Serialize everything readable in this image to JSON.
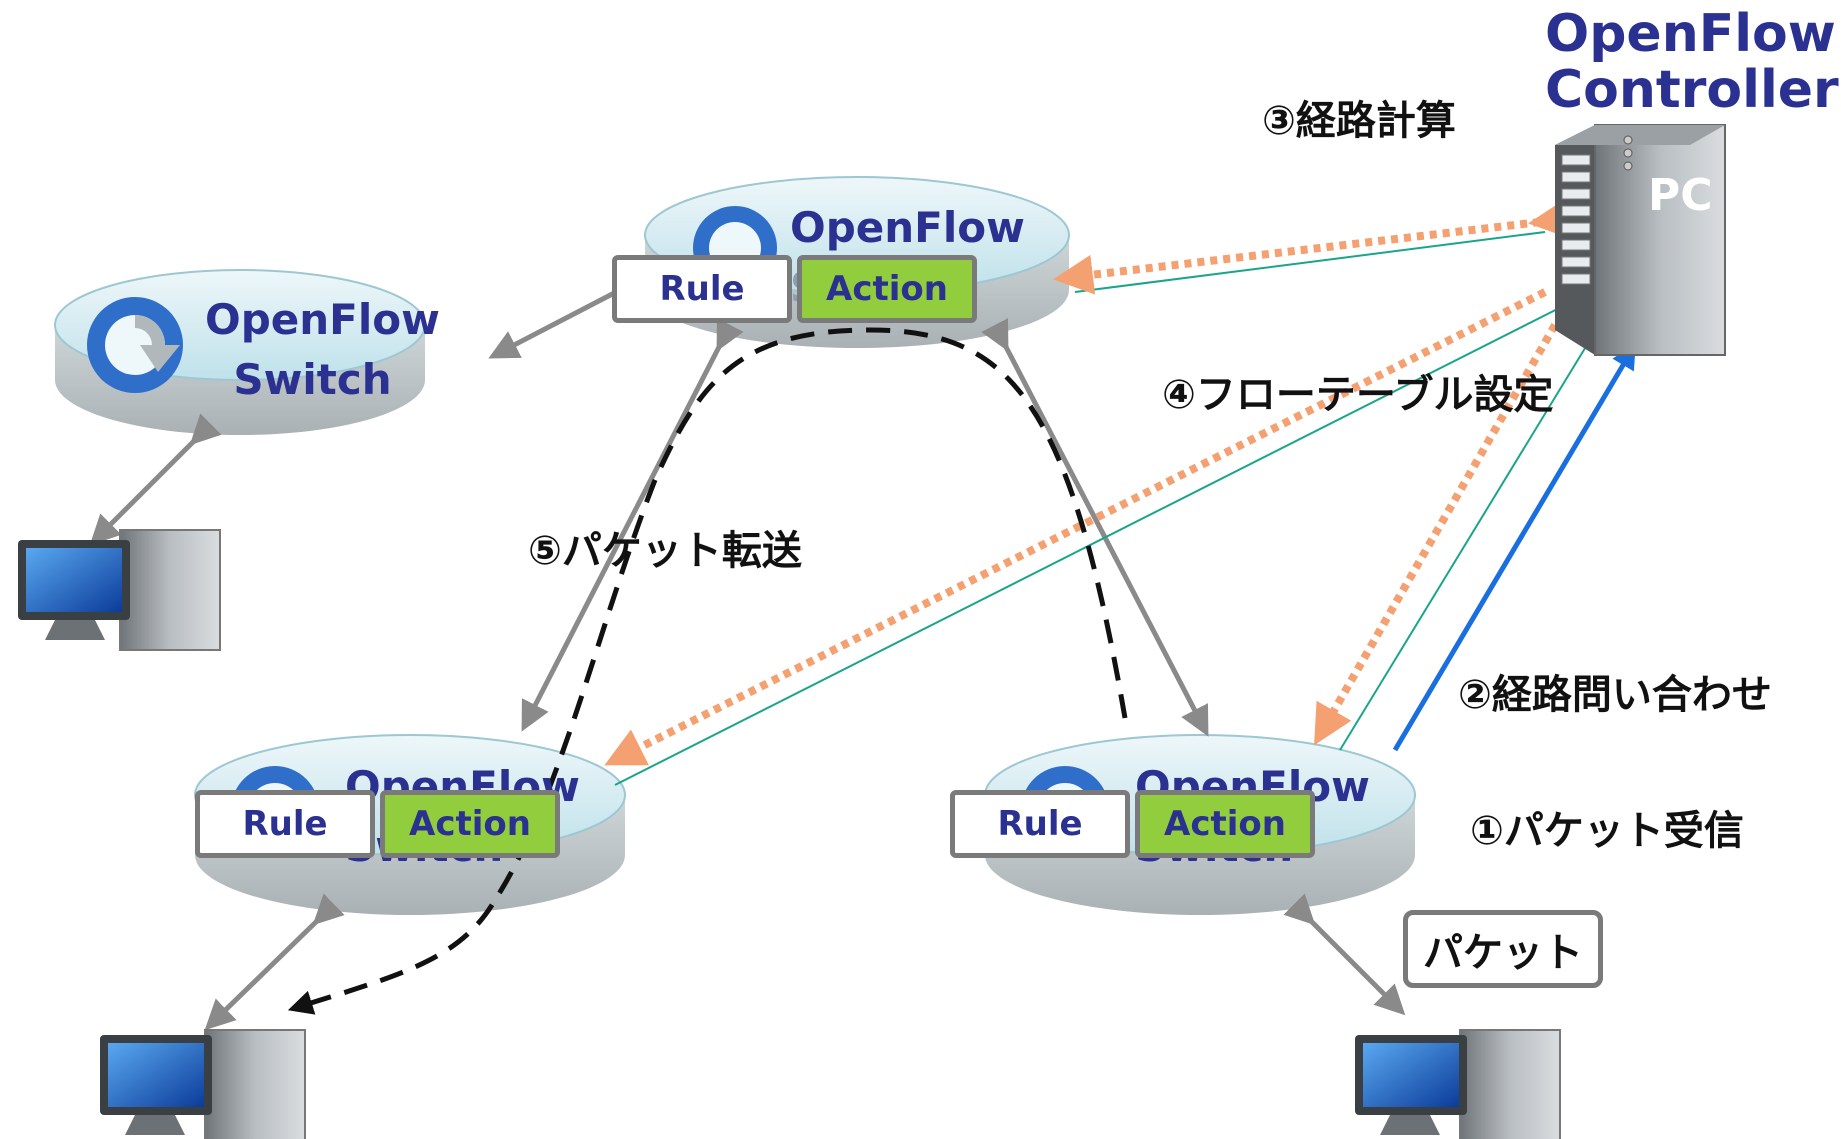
{
  "controller": {
    "title_line1": "OpenFlow",
    "title_line2": "Controller",
    "pc_label": "PC"
  },
  "switches": [
    {
      "name_line1": "OpenFlow",
      "name_line2": "Switch"
    },
    {
      "name_line1": "OpenFlow",
      "name_line2": "Switch",
      "rule": "Rule",
      "action": "Action"
    },
    {
      "name_line1": "OpenFlow",
      "name_line2": "Switch",
      "rule": "Rule",
      "action": "Action"
    },
    {
      "name_line1": "OpenFlow",
      "name_line2": "Switch",
      "rule": "Rule",
      "action": "Action"
    }
  ],
  "steps": {
    "receive": "①パケット受信",
    "query": "②経路問い合わせ",
    "compute": "③経路計算",
    "flow_table": "④フローテーブル設定",
    "forward": "⑤パケット転送"
  },
  "packet_label": "パケット",
  "colors": {
    "title_blue": "#2a3191",
    "action_green": "#92cd3d",
    "dotted_orange": "#f4a070",
    "query_blue": "#1a6fe0",
    "teal_line": "#1aa58a",
    "link_gray": "#8a8a8a"
  }
}
